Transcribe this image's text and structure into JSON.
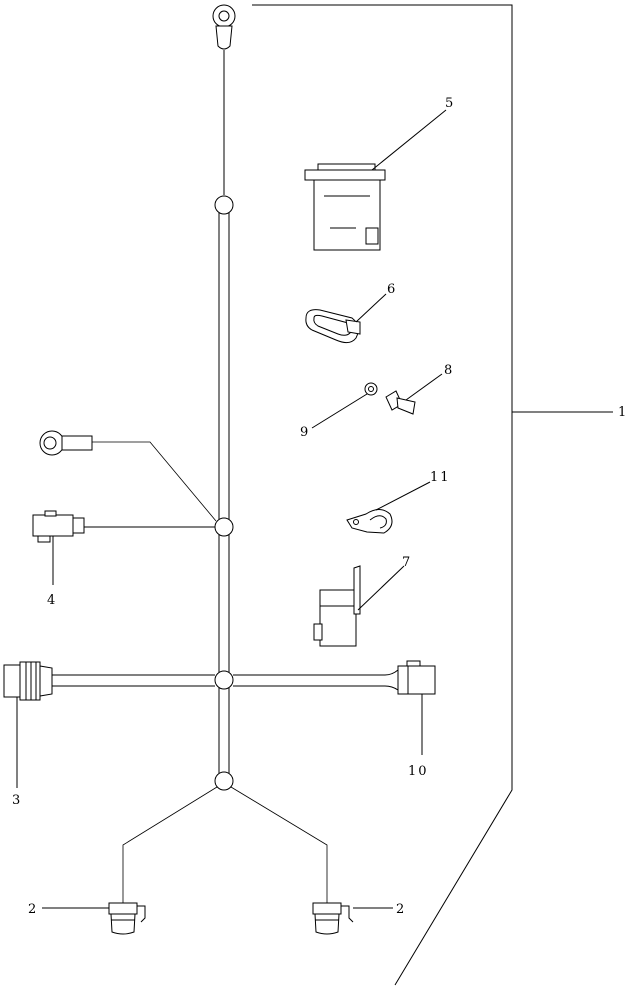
{
  "callouts": {
    "c1": "1",
    "c2a": "2",
    "c2b": "2",
    "c3": "3",
    "c4": "4",
    "c5": "5",
    "c6": "6",
    "c7": "7",
    "c8": "8",
    "c9": "9",
    "c10": "10",
    "c11": "11"
  },
  "colors": {
    "ink": "#000000",
    "background": "#ffffff"
  }
}
